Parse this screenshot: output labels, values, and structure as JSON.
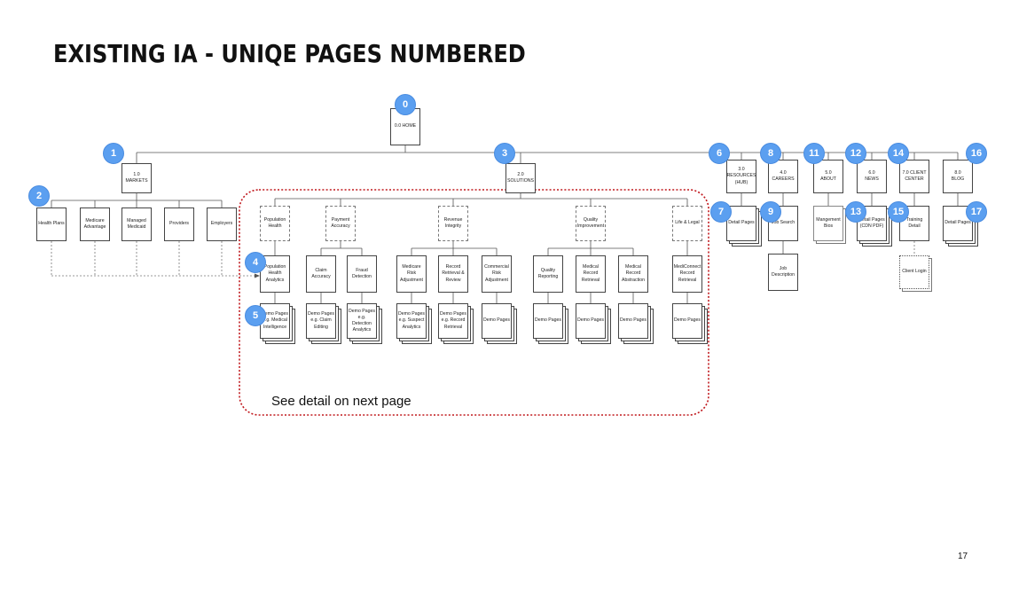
{
  "title": "EXISTING IA - UNIQE PAGES NUMBERED",
  "detail_note": "See detail on next page",
  "page_number": "17",
  "colors": {
    "badge": "#5b9ff0",
    "highlight_border": "#c0181d",
    "box_border": "#444444"
  },
  "nodes": {
    "home": "0.0 HOME",
    "markets": "1.0 MARKETS",
    "solutions": "2.0\nSOLUTIONS",
    "resources": "3.0\nRESOURCES\n(HUB)",
    "careers": "4.0\nCAREERS",
    "about": "5.0\nABOUT",
    "news": "6.0\nNEWS",
    "client_center": "7.0 CLIENT\nCENTER",
    "blog": "8.0\nBLOG",
    "health_plans": "Health Plans",
    "medicare_advantage": "Medicare\nAdvantage",
    "managed_medicaid": "Managed\nMedicaid",
    "providers": "Providers",
    "employers": "Employers",
    "population_health": "Population\nHealth",
    "payment_accuracy": "Payment\nAccuracy",
    "revenue_integrity": "Revenue\nIntegrity",
    "quality_improvement": "Quality\nImprovement",
    "life_legal": "Life & Legal",
    "pop_health_analytics": "Population\nHealth\nAnalytics",
    "claim_accuracy": "Claim\nAccuracy",
    "fraud_detection": "Fraud\nDetection",
    "medicare_risk_adjustment": "Medicare Risk\nAdjustment",
    "record_retrieval_review": "Record\nRetrieval &\nReview",
    "commercial_risk_adjustment": "Commercial\nRisk\nAdjustment",
    "quality_reporting": "Quality\nReporting",
    "medical_record_retrieval": "Medical\nRecord\nRetrieval",
    "medical_record_abstraction": "Medical\nRecord\nAbstraction",
    "mediconnect_record_retrieval": "MediConnect\nRecord\nRetrieval",
    "demo_medical_intelligence": "Demo Pages\ne.g. Medical\nIntelligence",
    "demo_claim_editing": "Demo Pages\ne.g. Claim\nEditing",
    "demo_detection_analytics": "Demo Pages\ne.g. Detection\nAnalytics",
    "demo_suspect_analytics": "Demo Pages\ne.g. Suspect\nAnalytics",
    "demo_record_retrieval": "Demo Pages\ne.g. Record\nRetrieval",
    "demo_pages_1": "Demo Pages",
    "demo_pages_2": "Demo Pages",
    "demo_pages_3": "Demo Pages",
    "demo_pages_4": "Demo Pages",
    "demo_pages_5": "Demo Pages",
    "resources_detail_pages": "Detail Pages",
    "job_search": "Job Search",
    "job_description": "Job\nDescription",
    "management_bios": "Mangement\nBios",
    "news_detail_pages": "Detail Pages\n(CDN PDF)",
    "training_detail": "Training\nDetail",
    "client_login": "Client Login",
    "blog_detail_pages": "Detail Pages"
  },
  "badges": [
    "0",
    "1",
    "2",
    "3",
    "4",
    "5",
    "6",
    "7",
    "8",
    "9",
    "11",
    "12",
    "13",
    "14",
    "15",
    "16",
    "17"
  ]
}
